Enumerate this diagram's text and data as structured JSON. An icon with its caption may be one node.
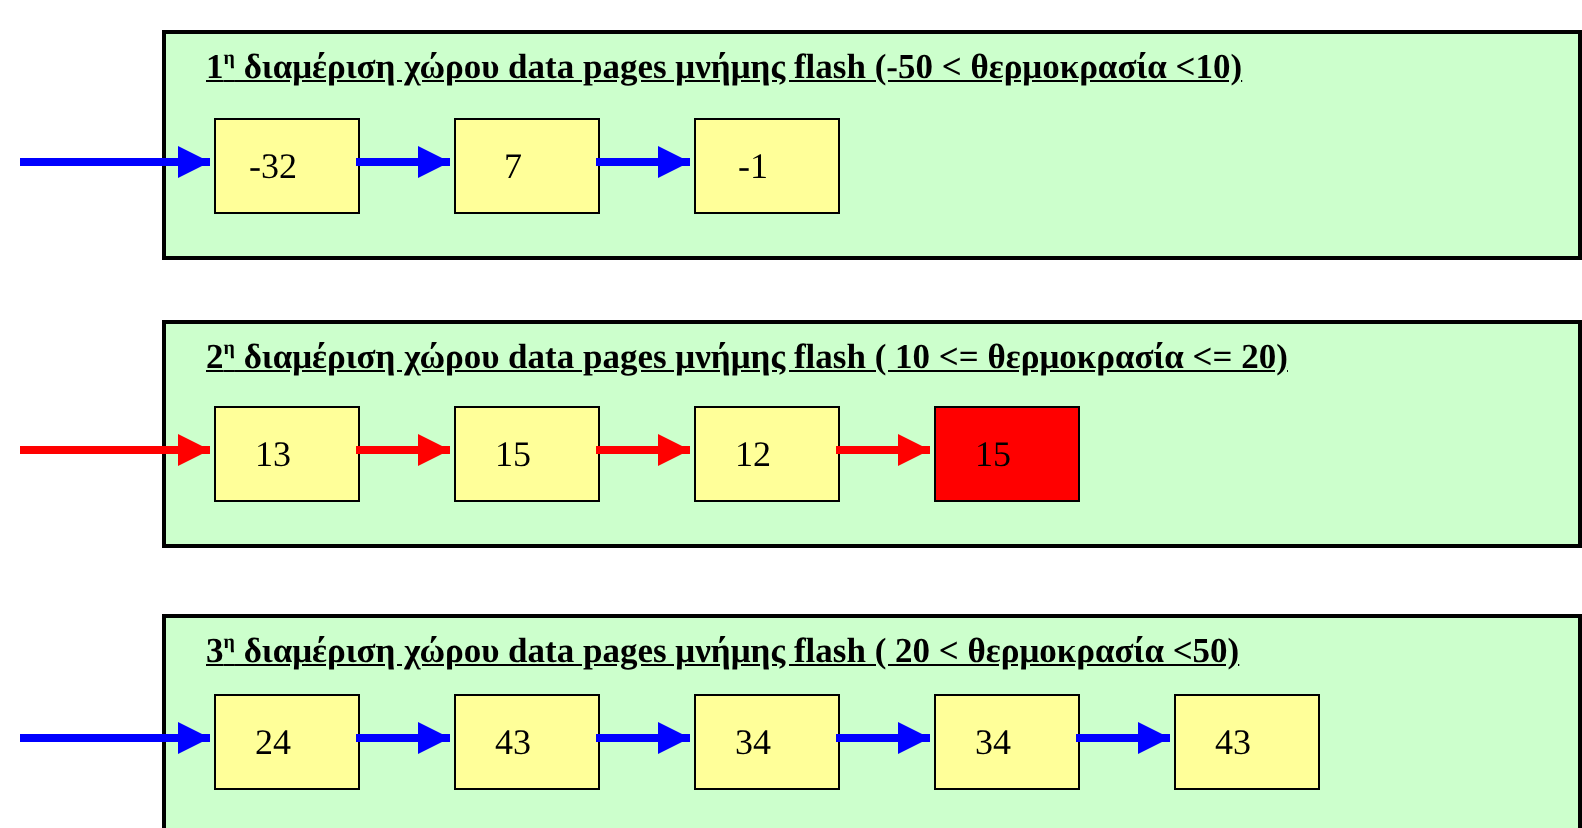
{
  "diagram": {
    "nodes": [
      {
        "text": [
          "1$^{η}$ διαμέριση χώρου data pages μνήμης flash (-50 < θερμοκρασία <10)"
        ]
      },
      {
        "text": [
          "-32"
        ],
        "in": 0
      },
      {
        "text": [
          "7"
        ],
        "in": 0
      },
      {
        "text": [
          "-1"
        ],
        "in": 0
      },
      {
        "text": [
          "2$^{η}$ διαμέριση χώρου data pages μνήμης flash ( 10 <= θερμοκρασία <= 20)"
        ]
      },
      {
        "text": [
          "13"
        ],
        "in": 4
      },
      {
        "text": [
          "15"
        ],
        "in": 4
      },
      {
        "text": [
          "12"
        ],
        "in": 4
      },
      {
        "text": [
          "15"
        ],
        "in": 4
      },
      {
        "text": [
          "3$^{η}$ διαμέριση χώρου data pages μνήμης flash ( 20 < θερμοκρασία <50)"
        ]
      },
      {
        "text": [
          "24"
        ],
        "in": 9
      },
      {
        "text": [
          "43"
        ],
        "in": 9
      },
      {
        "text": [
          "34"
        ],
        "in": 9
      },
      {
        "text": [
          "34"
        ],
        "in": 9
      },
      {
        "text": [
          "43"
        ],
        "in": 9
      }
    ],
    "edges": [
      {
        "from": null,
        "to": 1,
        "arrow": "to"
      },
      {
        "from": 1,
        "to": 2,
        "arrow": "to"
      },
      {
        "from": 2,
        "to": 3,
        "arrow": "to"
      },
      {
        "from": null,
        "to": 5,
        "arrow": "to",
        "color": "#ff0000"
      },
      {
        "from": 5,
        "to": 6,
        "arrow": "to",
        "color": "#ff0000"
      },
      {
        "from": 6,
        "to": 7,
        "arrow": "to",
        "color": "#ff0000"
      },
      {
        "from": 7,
        "to": 8,
        "arrow": "to",
        "color": "#ff0000"
      },
      {
        "from": null,
        "to": 10,
        "arrow": "to"
      },
      {
        "from": 10,
        "to": 11,
        "arrow": "to"
      },
      {
        "from": 11,
        "to": 12,
        "arrow": "to"
      },
      {
        "from": 12,
        "to": 13,
        "arrow": "to"
      },
      {
        "from": 13,
        "to": 14,
        "arrow": "to"
      }
    ]
  }
}
